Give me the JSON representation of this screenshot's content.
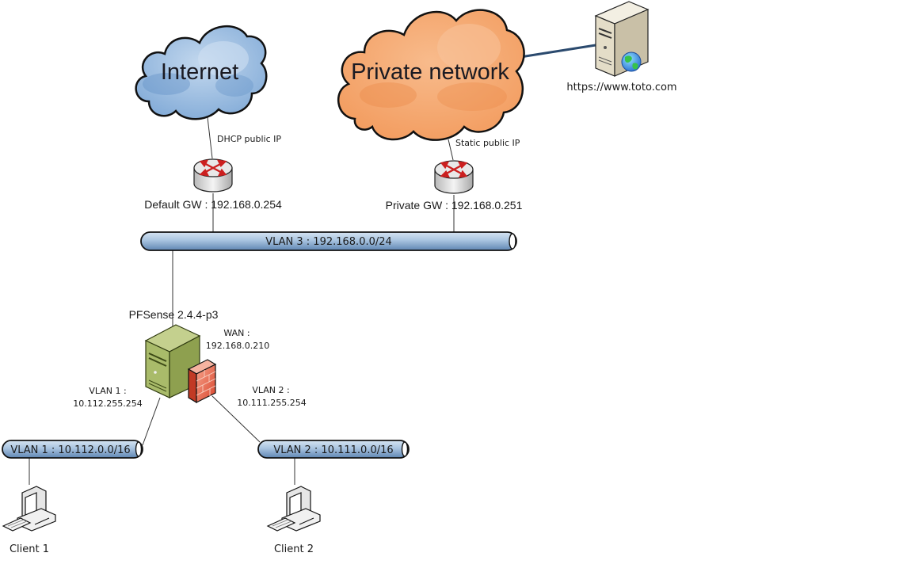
{
  "diagram": {
    "clouds": {
      "internet": {
        "label": "Internet",
        "fill": "#9dbde0",
        "shade": "#6f9ccf"
      },
      "private": {
        "label": "Private network",
        "fill": "#f5a36a",
        "shade": "#ee9352"
      }
    },
    "web_server": {
      "label": "https://www.toto.com"
    },
    "routers": {
      "default": {
        "uplink_label": "DHCP public IP",
        "label": "Default GW : 192.168.0.254"
      },
      "private": {
        "uplink_label": "Static public IP",
        "label": "Private GW : 192.168.0.251"
      }
    },
    "segments": {
      "vlan3": {
        "label": "VLAN 3 : 192.168.0.0/24"
      },
      "vlan1": {
        "label": "VLAN 1 : 10.112.0.0/16"
      },
      "vlan2": {
        "label": "VLAN 2 : 10.111.0.0/16"
      }
    },
    "firewall": {
      "label": "PFSense 2.4.4-p3",
      "wan_label": "WAN :",
      "wan_ip": "192.168.0.210",
      "vlan1_label": "VLAN 1 :",
      "vlan1_ip": "10.112.255.254",
      "vlan2_label": "VLAN 2 :",
      "vlan2_ip": "10.111.255.254"
    },
    "clients": [
      {
        "label": "Client 1"
      },
      {
        "label": "Client 2"
      }
    ],
    "colors": {
      "pipe_fill": "#a9c4e0",
      "link": "#333333",
      "server_link": "#2b4a6e",
      "router_arrow": "#cc1f1f",
      "pfsense_body": "#a9bb6a",
      "firewall_brick": "#e8634a"
    }
  }
}
